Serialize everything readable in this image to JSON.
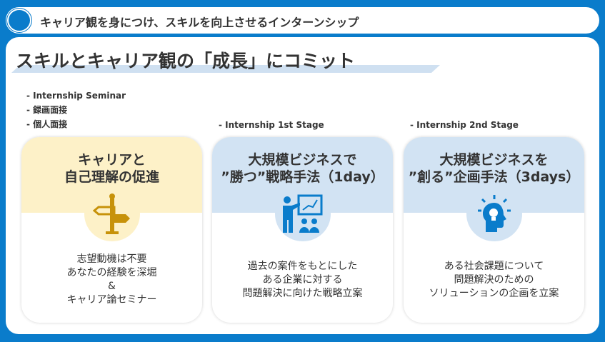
{
  "header": {
    "title": "キャリア観を身につけ、スキルを向上させるインターンシップ"
  },
  "main": {
    "title": "スキルとキャリア観の「成長」にコミット"
  },
  "notes": {
    "seminar": [
      "- Internship Seminar",
      "- 録画面接",
      "- 個人面接"
    ],
    "stage1": "- Internship 1st Stage",
    "stage2": "- Internship 2nd Stage"
  },
  "cards": [
    {
      "title": [
        "キャリアと",
        "自己理解の促進"
      ],
      "icon": "signpost-icon",
      "color": "#fdf1c8",
      "icon_color": "#c7920a",
      "body": [
        "志望動機は不要",
        "あなたの経験を深堀",
        "&",
        "キャリア論セミナー"
      ]
    },
    {
      "title": [
        "大規模ビジネスで",
        "”勝つ”戦略手法（1day）"
      ],
      "icon": "presentation-icon",
      "color": "#d2e3f3",
      "icon_color": "#0a7ccb",
      "body": [
        "過去の案件をもとにした",
        "ある企業に対する",
        "問題解決に向けた戦略立案"
      ]
    },
    {
      "title": [
        "大規模ビジネスを",
        "”創る”企画手法（3days）"
      ],
      "icon": "idea-head-icon",
      "color": "#d2e3f3",
      "icon_color": "#0a7ccb",
      "body": [
        "ある社会課題について",
        "問題解決のための",
        "ソリューションの企画を立案"
      ]
    }
  ]
}
